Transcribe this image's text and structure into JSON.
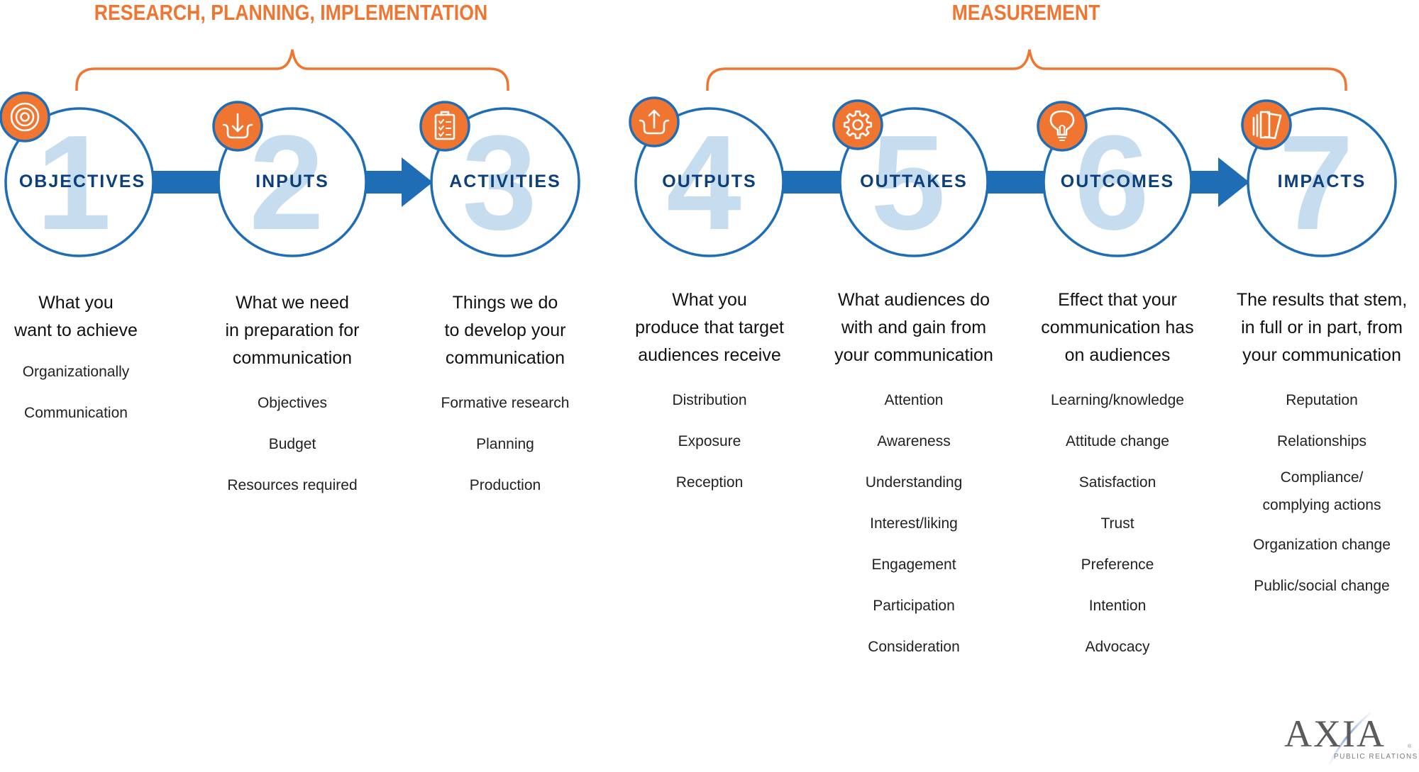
{
  "colors": {
    "orange": "#f07530",
    "blue": "#1f6db5",
    "navy": "#0d3f7a",
    "light_blue": "#c6dcef"
  },
  "phases": [
    {
      "title": "RESEARCH, PLANNING, IMPLEMENTATION",
      "steps": [
        1,
        2,
        3
      ]
    },
    {
      "title": "MEASUREMENT",
      "steps": [
        4,
        5,
        6,
        7
      ]
    }
  ],
  "steps": [
    {
      "number": "1",
      "name": "OBJECTIVES",
      "icon": "target-icon",
      "heading": [
        "What you",
        "want to achieve"
      ],
      "items": [
        "Organizationally",
        "Communication"
      ]
    },
    {
      "number": "2",
      "name": "INPUTS",
      "icon": "download-tray-icon",
      "heading": [
        "What we need",
        "in preparation for",
        "communication"
      ],
      "items": [
        "Objectives",
        "Budget",
        "Resources required"
      ]
    },
    {
      "number": "3",
      "name": "ACTIVITIES",
      "icon": "clipboard-checklist-icon",
      "heading": [
        "Things we do",
        "to develop your",
        "communication"
      ],
      "items": [
        "Formative research",
        "Planning",
        "Production"
      ]
    },
    {
      "number": "4",
      "name": "OUTPUTS",
      "icon": "upload-tray-icon",
      "heading": [
        "What you",
        "produce that target",
        "audiences receive"
      ],
      "items": [
        "Distribution",
        "Exposure",
        "Reception"
      ]
    },
    {
      "number": "5",
      "name": "OUTTAKES",
      "icon": "gear-icon",
      "heading": [
        "What audiences do",
        "with and gain from",
        "your communication"
      ],
      "items": [
        "Attention",
        "Awareness",
        "Understanding",
        "Interest/liking",
        "Engagement",
        "Participation",
        "Consideration"
      ]
    },
    {
      "number": "6",
      "name": "OUTCOMES",
      "icon": "lightbulb-icon",
      "heading": [
        "Effect that your",
        "communication has",
        "on audiences"
      ],
      "items": [
        "Learning/knowledge",
        "Attitude change",
        "Satisfaction",
        "Trust",
        "Preference",
        "Intention",
        "Advocacy"
      ]
    },
    {
      "number": "7",
      "name": "IMPACTS",
      "icon": "cards-icon",
      "heading": [
        "The results that stem,",
        "in full or in part, from",
        "your communication"
      ],
      "items": [
        "Reputation",
        "Relationships",
        "Compliance/ complying actions",
        "Organization change",
        "Public/social change"
      ]
    }
  ],
  "connectors": [
    {
      "from": 1,
      "to": 2,
      "type": "bar"
    },
    {
      "from": 2,
      "to": 3,
      "type": "arrow"
    },
    {
      "from": 4,
      "to": 5,
      "type": "bar"
    },
    {
      "from": 5,
      "to": 6,
      "type": "bar"
    },
    {
      "from": 6,
      "to": 7,
      "type": "arrow"
    }
  ],
  "logo": {
    "name": "AXIA",
    "tagline": "PUBLIC RELATIONS",
    "registered": "®"
  }
}
